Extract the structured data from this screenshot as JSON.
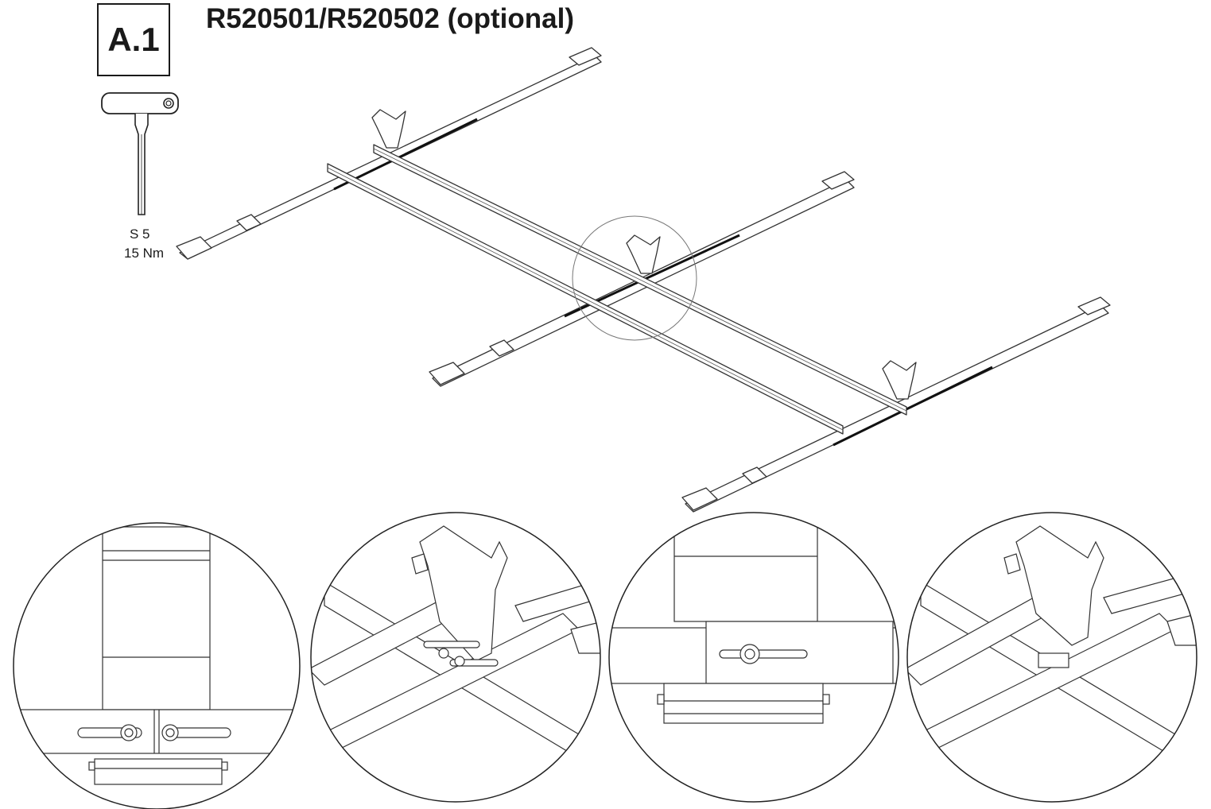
{
  "header": {
    "step_label": "A.1",
    "title": "R520501/R520502 (optional)"
  },
  "tool": {
    "icon": "t-handle-hex-key-icon",
    "size_label": "S 5",
    "torque_label": "15 Nm"
  },
  "assembly": {
    "icon": "beam-frame-assembly-icon"
  },
  "details": [
    {
      "icon": "detail-beam-joint-front-icon"
    },
    {
      "icon": "detail-bracket-bolt-icon"
    },
    {
      "icon": "detail-beam-joint-top-icon"
    },
    {
      "icon": "detail-bracket-bolt-alt-icon"
    }
  ]
}
